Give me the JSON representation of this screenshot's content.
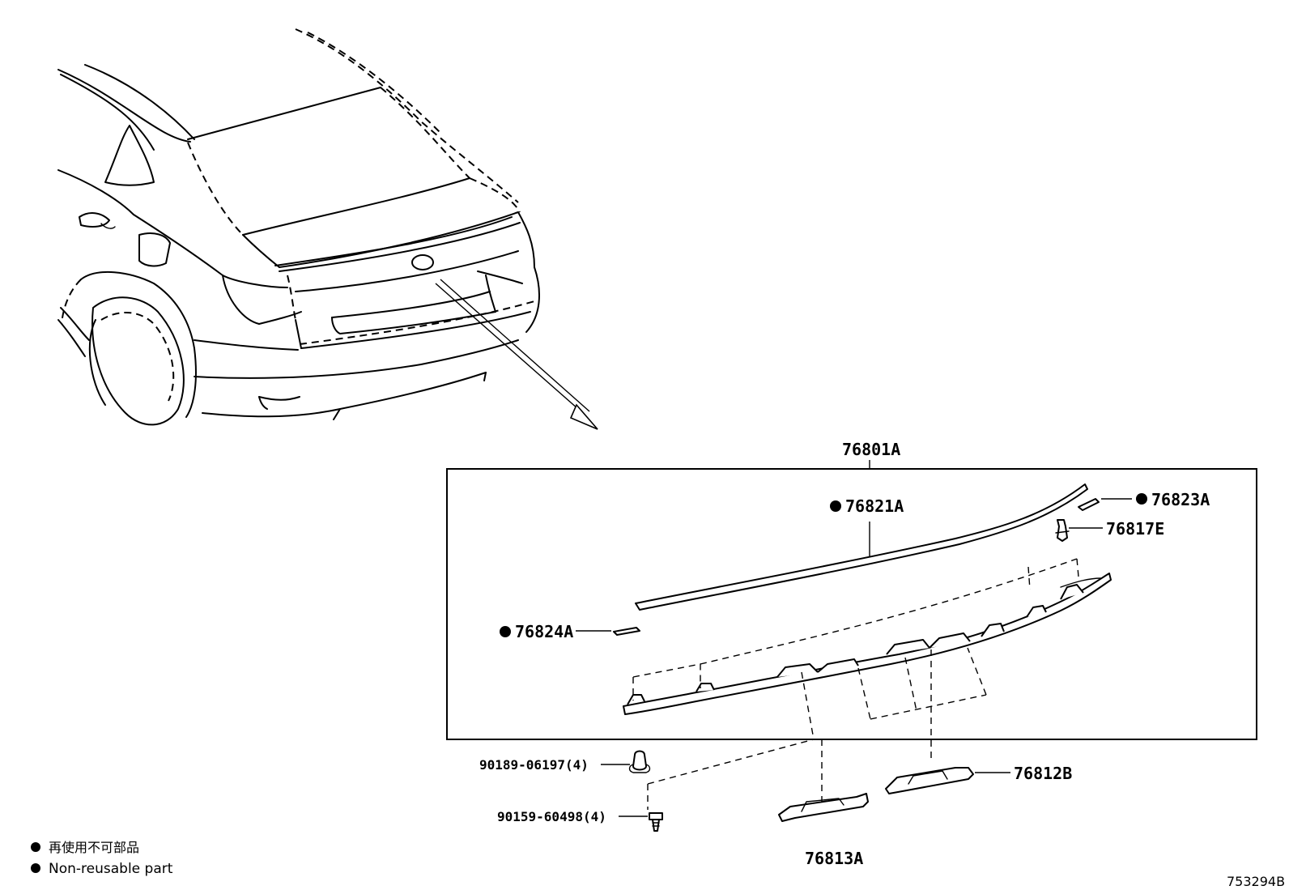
{
  "parts": {
    "assembly": {
      "number": "76801A"
    },
    "molding_main": {
      "number": "76821A",
      "non_reusable": true
    },
    "tape_right": {
      "number": "76823A",
      "non_reusable": true
    },
    "clip_right": {
      "number": "76817E"
    },
    "tape_left": {
      "number": "76824A",
      "non_reusable": true
    },
    "clip_nut": {
      "number": "90189-06197(4)"
    },
    "screw": {
      "number": "90159-60498(4)"
    },
    "bracket_right": {
      "number": "76812B"
    },
    "bracket_left": {
      "number": "76813A"
    }
  },
  "legend": {
    "japanese": "再使用不可部品",
    "english": "Non-reusable part"
  },
  "diagram_ref": "753294B"
}
